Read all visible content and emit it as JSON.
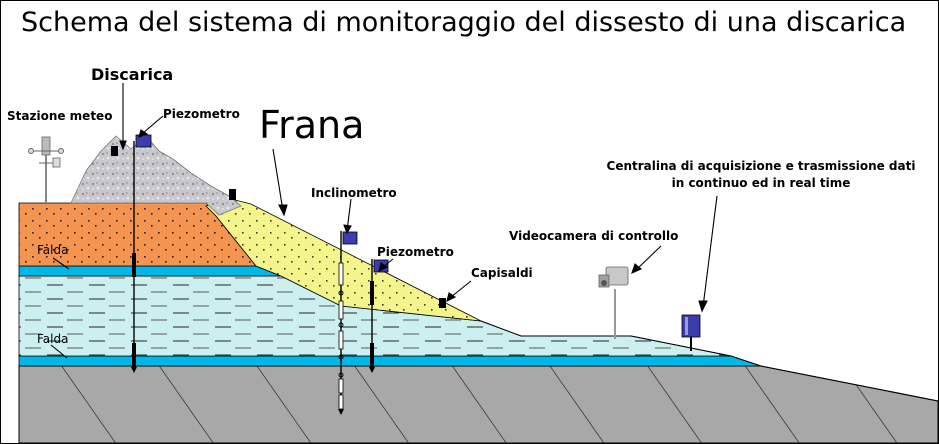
{
  "title": "Schema del sistema di monitoraggio del dissesto di una discarica",
  "labels": {
    "discarica": "Discarica",
    "frana": "Frana",
    "stazione_meteo": "Stazione meteo",
    "piezometro_1": "Piezometro",
    "piezometro_2": "Piezometro",
    "inclinometro": "Inclinometro",
    "capisaldi": "Capisaldi",
    "videocamera": "Videocamera di controllo",
    "centralina_line1": "Centralina di acquisizione e trasmissione dati",
    "centralina_line2": "in continuo ed in real time",
    "falda_1": "Falda",
    "falda_2": "Falda"
  },
  "colors": {
    "landfill": "#f39450",
    "landslide": "#f4f48c",
    "aquifer": "#ccf0f0",
    "water_table": "#00b8e8",
    "bedrock": "#a8a8a8",
    "rock_pile": "#c8c8cc",
    "instrument_flag": "#3c3cae",
    "benchmark": "#000000"
  }
}
